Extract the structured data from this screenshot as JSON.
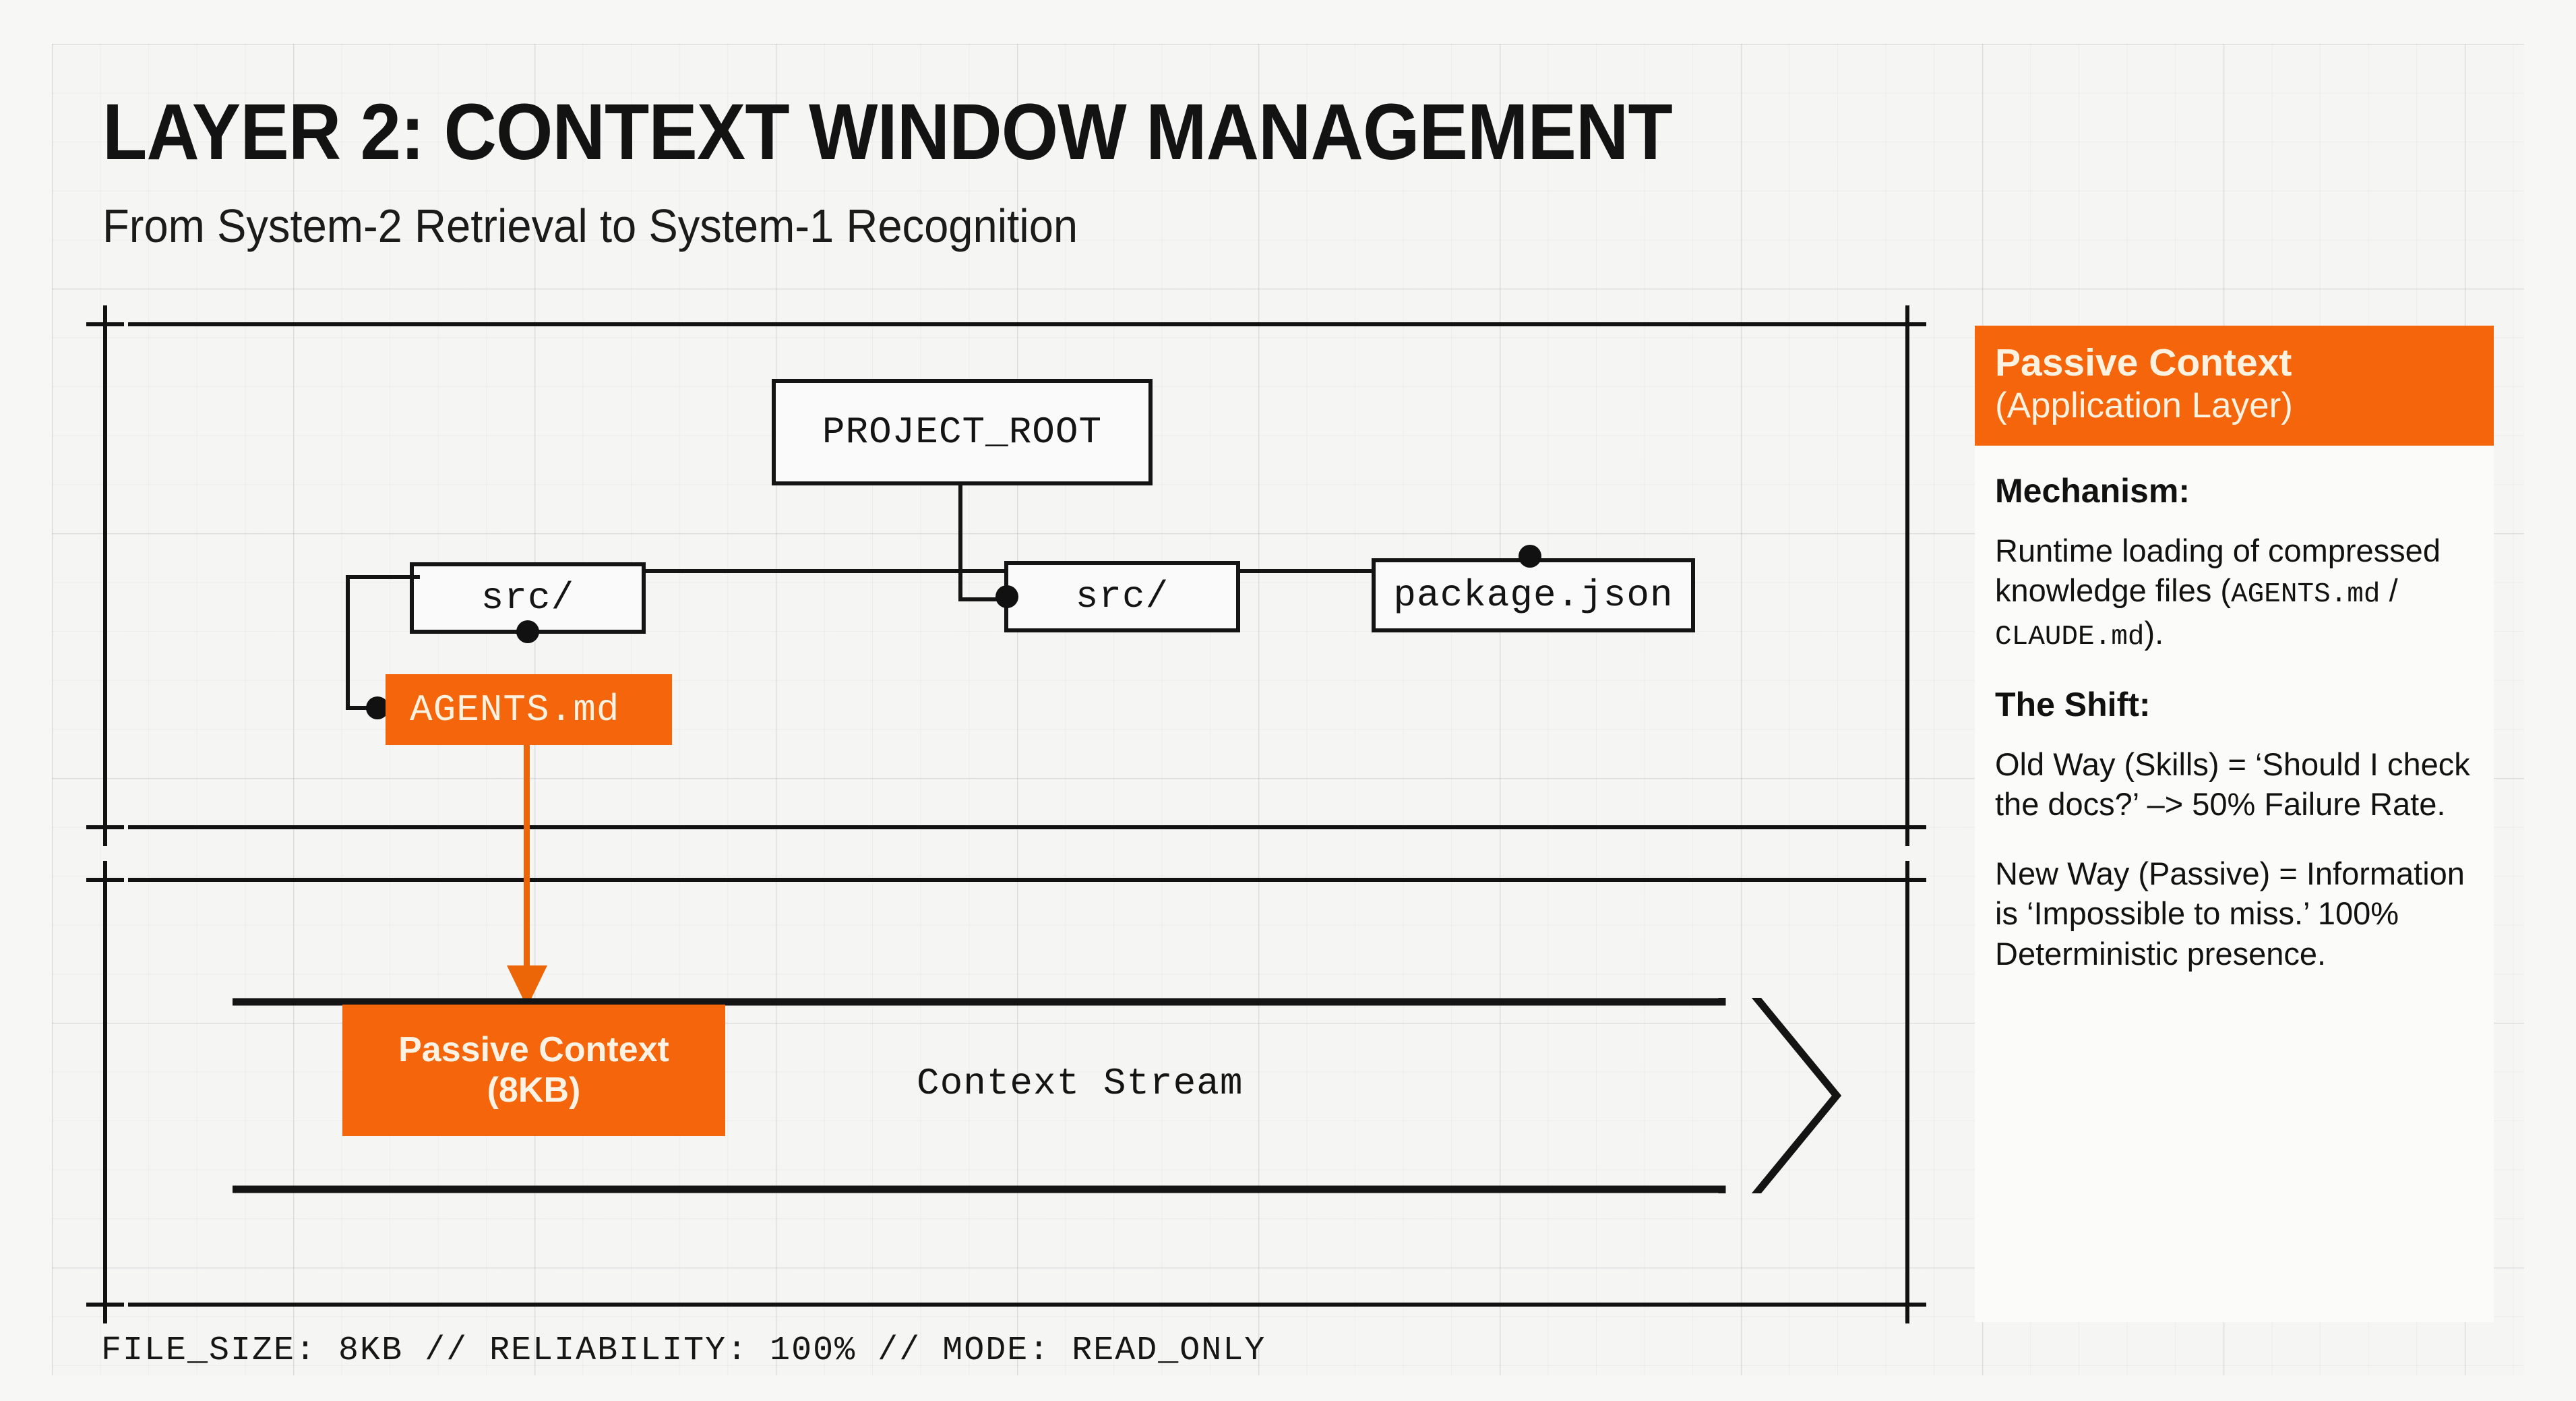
{
  "header": {
    "title": "LAYER 2: CONTEXT WINDOW MANAGEMENT",
    "subtitle": "From System-2 Retrieval to System-1 Recognition"
  },
  "tree": {
    "root_label": "PROJECT_ROOT",
    "nodes": [
      {
        "id": "src-left",
        "label": "src/"
      },
      {
        "id": "agents-md",
        "label": "AGENTS.md"
      },
      {
        "id": "src-mid",
        "label": "src/"
      },
      {
        "id": "package-json",
        "label": "package.json"
      }
    ]
  },
  "stream": {
    "block_line1": "Passive Context",
    "block_line2": "(8KB)",
    "label": "Context Stream"
  },
  "footer": {
    "status": "FILE_SIZE: 8KB // RELIABILITY: 100% // MODE: READ_ONLY"
  },
  "sidebar": {
    "head_title": "Passive Context",
    "head_subtitle": "(Application Layer)",
    "mechanism_heading": "Mechanism:",
    "mechanism_text_a": "Runtime loading of compressed knowledge files (",
    "mechanism_mono_a": "AGENTS.md",
    "mechanism_text_b": " / ",
    "mechanism_mono_b": "CLAUDE.md",
    "mechanism_text_c": ").",
    "shift_heading": "The Shift:",
    "shift_old": "Old Way (Skills) = ‘Should I check the docs?’ –> 50% Failure Rate.",
    "shift_new": "New Way (Passive) = Information is ‘Impossible to miss.’ 100% Deterministic presence."
  },
  "colors": {
    "orange": "#f4650c",
    "ink": "#141414",
    "paper": "#f5f5f3",
    "cream": "#fdf1e0"
  }
}
